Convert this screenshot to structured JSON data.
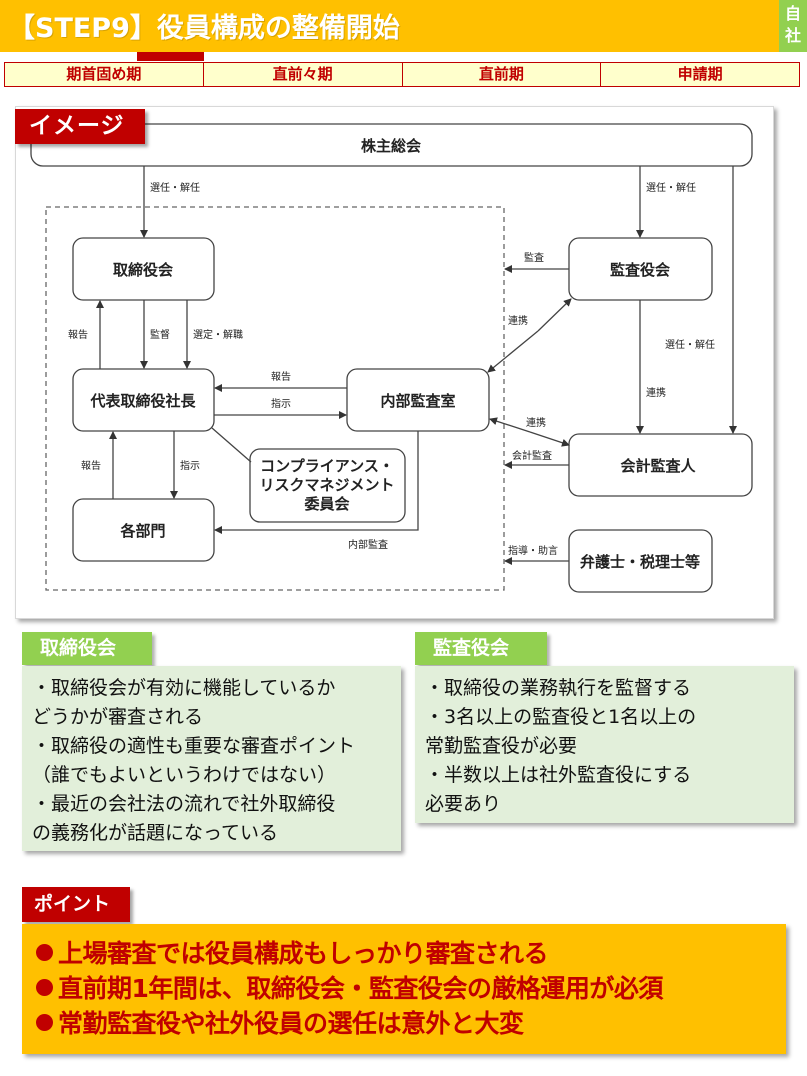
{
  "header": {
    "title": "【STEP9】役員構成の整備開始",
    "badge": [
      "自",
      "社"
    ]
  },
  "phases": {
    "current_index": 0,
    "items": [
      "期首固め期",
      "直前々期",
      "直前期",
      "申請期"
    ]
  },
  "diagram": {
    "label": "イメージ",
    "nodes": {
      "shareholders": "株主総会",
      "board": "取締役会",
      "president": "代表取締役社長",
      "internal_audit": "内部監査室",
      "compliance": [
        "コンプライアンス・",
        "リスクマネジメント",
        "委員会"
      ],
      "departments": "各部門",
      "auditors_board": "監査役会",
      "accounting_auditor": "会計監査人",
      "advisors": "弁護士・税理士等"
    },
    "edges": {
      "elect_dismiss_board": "選任・解任",
      "elect_dismiss_auditors": "選任・解任",
      "elect_dismiss_accounting": "選任・解任",
      "report_board": "報告",
      "supervise": "監督",
      "appoint_dismiss": "選定・解職",
      "report_president": "報告",
      "instruct_audit": "指示",
      "report_dept": "報告",
      "instruct_dept": "指示",
      "internal_audit_dept": "内部監査",
      "audit": "監査",
      "cooperate_internal": "連携",
      "cooperate_accounting": "連携",
      "cooperate_auditors": "連携",
      "accounting_audit": "会計監査",
      "guidance": "指導・助言"
    }
  },
  "board_section": {
    "label": "取締役会",
    "lines": [
      "・取締役会が有効に機能しているか",
      " どうかが審査される",
      "・取締役の適性も重要な審査ポイント",
      " （誰でもよいというわけではない）",
      "・最近の会社法の流れで社外取締役",
      " の義務化が話題になっている"
    ]
  },
  "auditors_section": {
    "label": "監査役会",
    "lines": [
      "・取締役の業務執行を監督する",
      "・3名以上の監査役と1名以上の",
      " 常勤監査役が必要",
      "・半数以上は社外監査役にする",
      " 必要あり"
    ]
  },
  "point_section": {
    "label": "ポイント",
    "items": [
      "上場審査では役員構成もしっかり審査される",
      "直前期1年間は、取締役会・監査役会の厳格運用が必須",
      "常勤監査役や社外役員の選任は意外と大変"
    ]
  },
  "colors": {
    "header_yellow": "#FFC000",
    "accent_red": "#C00000",
    "badge_green": "#92D050",
    "note_green_bg": "#E2EFDA",
    "phase_bg": "#FFFFCC"
  }
}
